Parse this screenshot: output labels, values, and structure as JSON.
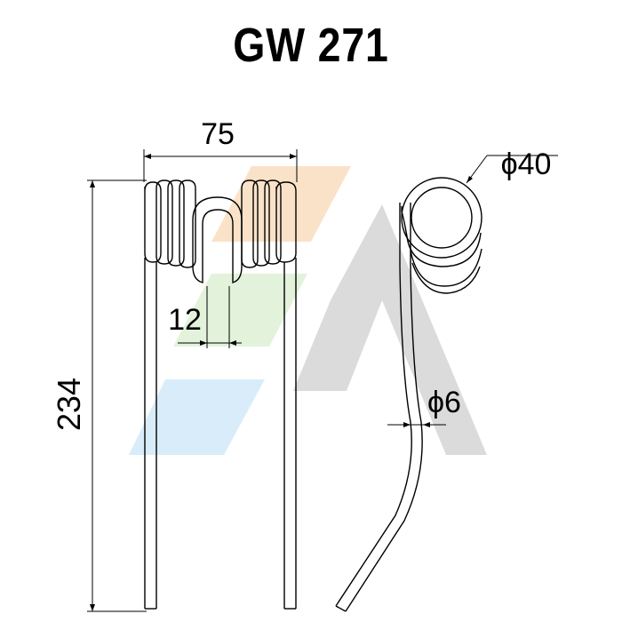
{
  "title": "GW 271",
  "dimensions": {
    "width": "75",
    "gap": "12",
    "height": "234",
    "coil_diameter": "ϕ40",
    "wire_diameter": "ϕ6"
  },
  "watermark": {
    "colors": [
      "#f6c08a",
      "#bfe4b0",
      "#a9d8f2",
      "#6e6e6e"
    ]
  }
}
